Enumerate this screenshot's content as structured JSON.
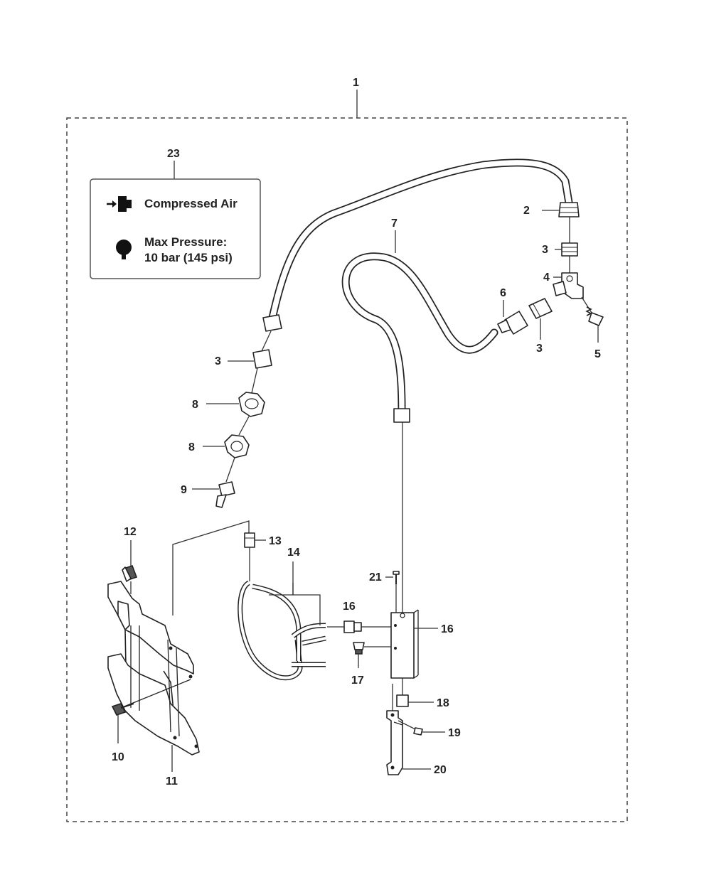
{
  "kit_label": "1",
  "legend": {
    "ref": "23",
    "line1": "Compressed Air",
    "line2": "Max Pressure:",
    "line3": "10 bar (145 psi)",
    "icons": [
      "compressed-air-icon",
      "pressure-gauge-icon"
    ]
  },
  "callouts": {
    "c2": "2",
    "c3a": "3",
    "c3b": "3",
    "c3c": "3",
    "c4": "4",
    "c5": "5",
    "c6": "6",
    "c7": "7",
    "c8a": "8",
    "c8b": "8",
    "c9": "9",
    "c10": "10",
    "c11": "11",
    "c12": "12",
    "c13": "13",
    "c14": "14",
    "c16a": "16",
    "c16b": "16",
    "c17": "17",
    "c18": "18",
    "c19": "19",
    "c20": "20",
    "c21": "21"
  },
  "colors": {
    "line": "#222222",
    "background": "#ffffff",
    "legend_border": "#555555"
  }
}
